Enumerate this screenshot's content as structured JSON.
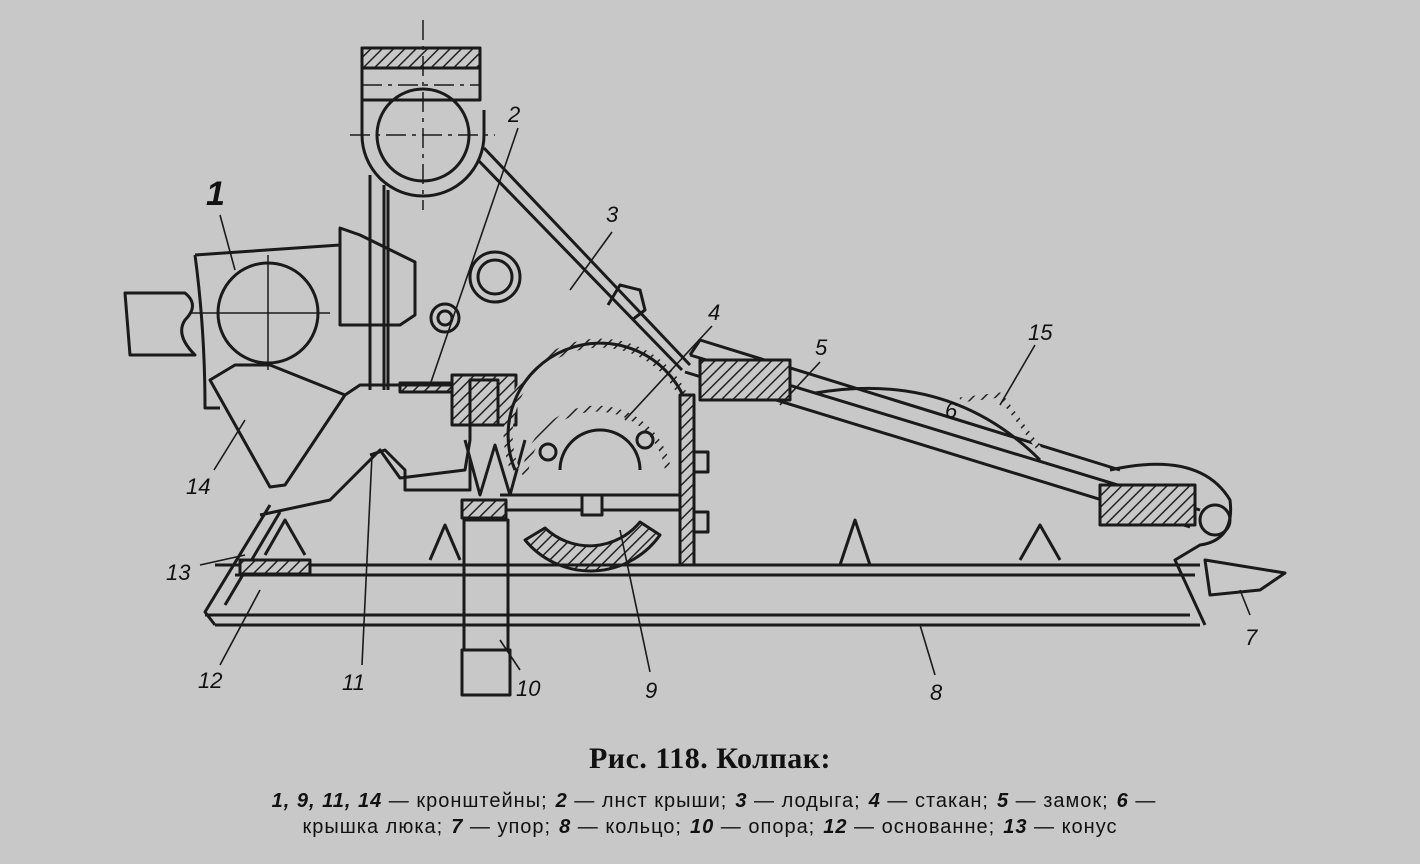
{
  "figure": {
    "labels": {
      "l1": "1",
      "l2": "2",
      "l3": "3",
      "l4": "4",
      "l5": "5",
      "l6": "6",
      "l7": "7",
      "l8": "8",
      "l9": "9",
      "l10": "10",
      "l11": "11",
      "l12": "12",
      "l13": "13",
      "l14": "14",
      "l15": "15"
    }
  },
  "caption": {
    "title": "Рис. 118. Колпак:",
    "lines": [
      [
        {
          "num": "1, 9, 11, 14",
          "text": " — кронштейны;"
        },
        {
          "num": "2",
          "text": " — лнст крыши;"
        },
        {
          "num": "3",
          "text": " — лодыга;"
        },
        {
          "num": "4",
          "text": " — стакан;"
        },
        {
          "num": "5",
          "text": " — замок;"
        },
        {
          "num": "6",
          "text": " —"
        }
      ],
      [
        {
          "num": "",
          "text": "крышка люка;"
        },
        {
          "num": "7",
          "text": " — упор;"
        },
        {
          "num": "8",
          "text": " — кольцо;"
        },
        {
          "num": "10",
          "text": " — опора;"
        },
        {
          "num": "12",
          "text": " — основанне;"
        },
        {
          "num": "13",
          "text": " — конус"
        }
      ]
    ]
  }
}
